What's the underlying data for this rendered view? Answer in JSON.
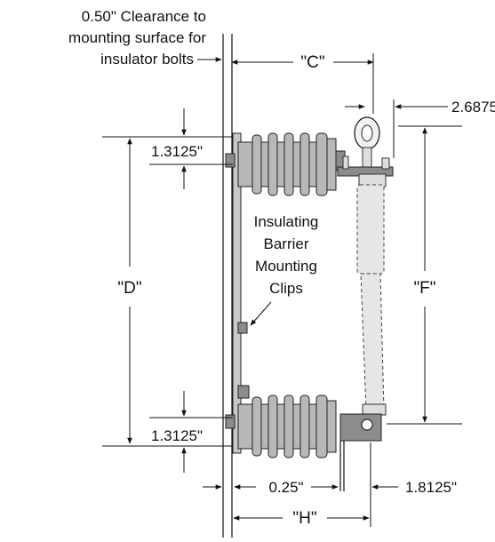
{
  "labels": {
    "clearance_line1": "0.50\" Clearance to",
    "clearance_line2": "mounting surface for",
    "clearance_line3": "insulator bolts",
    "dim_c": "\"C\"",
    "dim_2_6875": "2.6875\"",
    "dim_1_3125_top": "1.3125\"",
    "dim_1_3125_bottom": "1.3125\"",
    "dim_d": "\"D\"",
    "dim_f": "\"F\"",
    "barrier_line1": "Insulating",
    "barrier_line2": "Barrier",
    "barrier_line3": "Mounting",
    "barrier_line4": "Clips",
    "dim_0_25": "0.25\"",
    "dim_1_8125": "1.8125\"",
    "dim_h": "\"H\""
  },
  "colors": {
    "insulator": "#b8b8b8",
    "hardware": "#8c8c8c",
    "fuse_tube": "#e6e6e6",
    "line": "#111111"
  }
}
